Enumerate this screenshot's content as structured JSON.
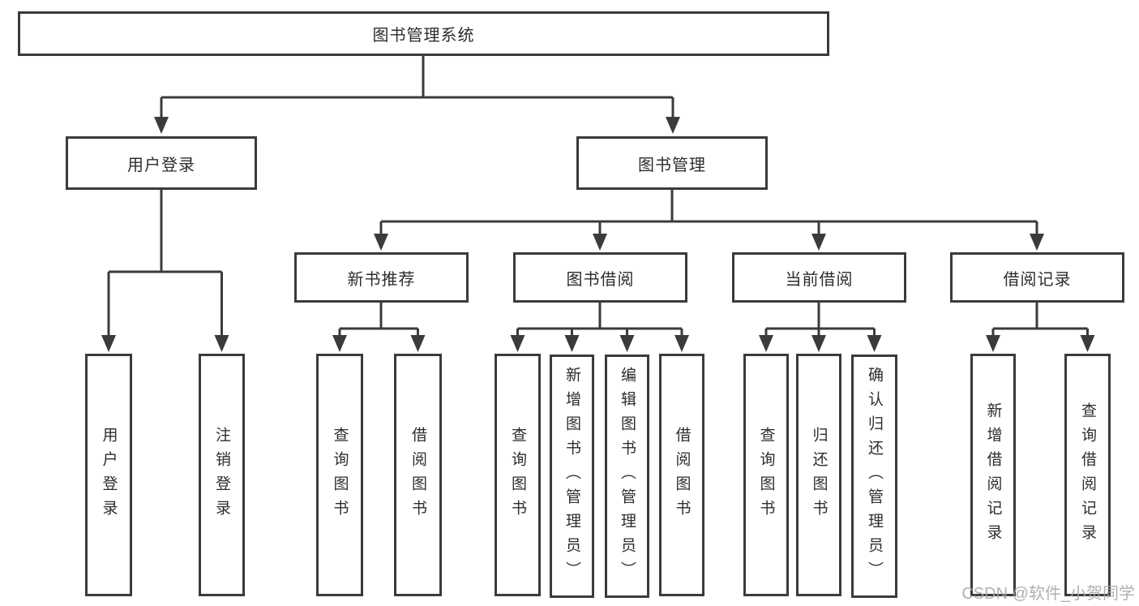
{
  "diagram": {
    "root": {
      "label": "图书管理系统"
    },
    "branches": [
      {
        "label": "用户登录",
        "children": [
          {
            "label": "用户登录"
          },
          {
            "label": "注销登录"
          }
        ]
      },
      {
        "label": "图书管理",
        "children": [
          {
            "label": "新书推荐",
            "children": [
              {
                "label": "查询图书"
              },
              {
                "label": "借阅图书"
              }
            ]
          },
          {
            "label": "图书借阅",
            "children": [
              {
                "label": "查询图书"
              },
              {
                "label": "新增图书（管理员）"
              },
              {
                "label": "编辑图书（管理员）"
              },
              {
                "label": "借阅图书"
              }
            ]
          },
          {
            "label": "当前借阅",
            "children": [
              {
                "label": "查询图书"
              },
              {
                "label": "归还图书"
              },
              {
                "label": "确认归还（管理员）"
              }
            ]
          },
          {
            "label": "借阅记录",
            "children": [
              {
                "label": "新增借阅记录"
              },
              {
                "label": "查询借阅记录"
              }
            ]
          }
        ]
      }
    ]
  },
  "watermark": {
    "text": "CSDN @软件_小贺同学"
  },
  "colors": {
    "line": "#3b3b3b",
    "border": "#3b3b3b",
    "background": "#ffffff",
    "text": "#2d2d2d",
    "watermark": "#a8a8a8"
  }
}
